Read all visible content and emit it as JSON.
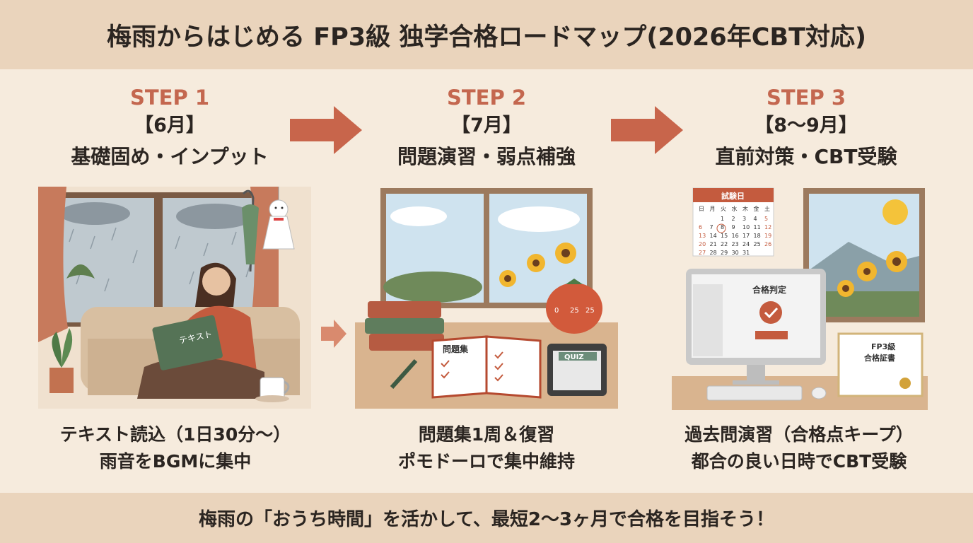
{
  "header": {
    "title": "梅雨からはじめる FP3級 独学合格ロードマップ(2026年CBT対応)"
  },
  "steps": [
    {
      "label": "STEP 1",
      "month": "【6月】",
      "title": "基礎固め・インプット",
      "desc1": "テキスト読込（1日30分〜）",
      "desc2": "雨音をBGMに集中",
      "book_text": "テキスト"
    },
    {
      "label": "STEP 2",
      "month": "【7月】",
      "title": "問題演習・弱点補強",
      "desc1": "問題集1周＆復習",
      "desc2": "ポモドーロで集中維持",
      "workbook_text": "問題集",
      "quiz_text": "QUIZ",
      "timer_l": "0",
      "timer_m": "25",
      "timer_r": "25"
    },
    {
      "label": "STEP 3",
      "month": "【8〜9月】",
      "title": "直前対策・CBT受験",
      "desc1": "過去問演習（合格点キープ）",
      "desc2": "都合の良い日時でCBT受験",
      "calendar_title": "試験日",
      "result_text": "合格判定",
      "certificate_line1": "FP3級",
      "certificate_line2": "合格証書",
      "weekdays": [
        "日",
        "月",
        "火",
        "水",
        "木",
        "金",
        "土"
      ],
      "calendar_rows": [
        [
          "",
          "",
          "",
          "1",
          "2",
          "3",
          "4",
          "5"
        ],
        [
          "6",
          "7",
          "8",
          "9",
          "10",
          "11",
          "12"
        ],
        [
          "13",
          "14",
          "15",
          "16",
          "17",
          "18",
          "19"
        ],
        [
          "20",
          "21",
          "22",
          "23",
          "24",
          "25",
          "26"
        ],
        [
          "27",
          "28",
          "29",
          "30",
          "31",
          "",
          ""
        ]
      ]
    }
  ],
  "footer": {
    "message": "梅雨の「おうち時間」を活かして、最短2〜3ヶ月で合格を目指そう！"
  },
  "colors": {
    "accent": "#c4674f",
    "band": "#ead4bc",
    "background": "#f6ebdd"
  },
  "icons": [
    "arrow-right-icon",
    "teru-teru-bozu-icon",
    "umbrella-icon",
    "plant-icon",
    "coffee-cup-icon",
    "pencil-icon",
    "tomato-timer-icon",
    "sunflower-icon",
    "sun-icon",
    "check-icon",
    "mouse-icon",
    "keyboard-icon"
  ]
}
